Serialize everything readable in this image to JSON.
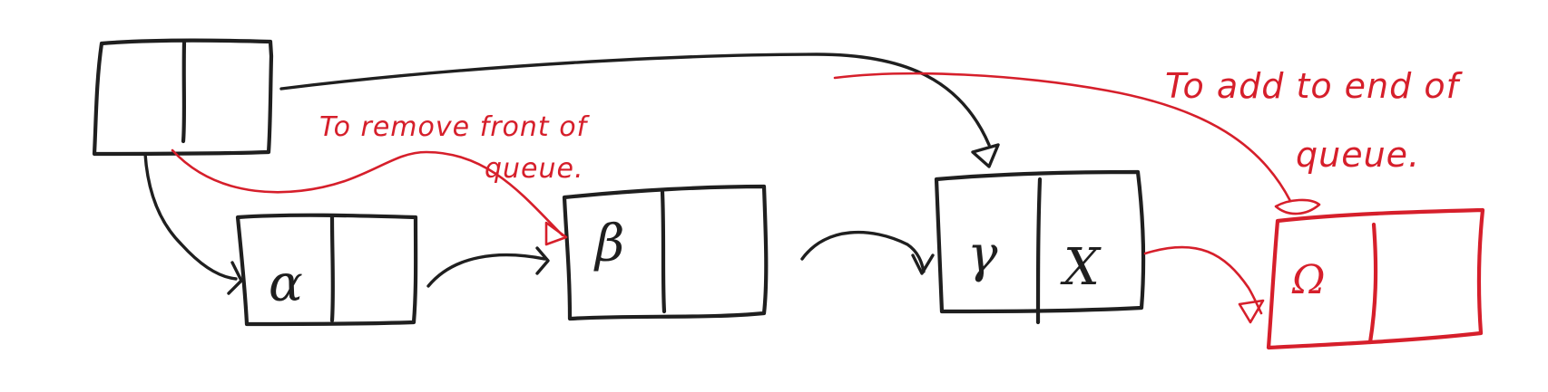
{
  "diagram": {
    "annotations": {
      "remove_front_line1": "To remove front of",
      "remove_front_line2": "queue.",
      "add_end_line1": "To add to end of",
      "add_end_line2": "queue."
    },
    "nodes": {
      "alpha": "α",
      "beta": "β",
      "gamma": "γ",
      "gamma_next": "X",
      "omega": "Ω"
    },
    "colors": {
      "existing": "#1f1f1f",
      "annotation": "#d61f2b"
    }
  }
}
